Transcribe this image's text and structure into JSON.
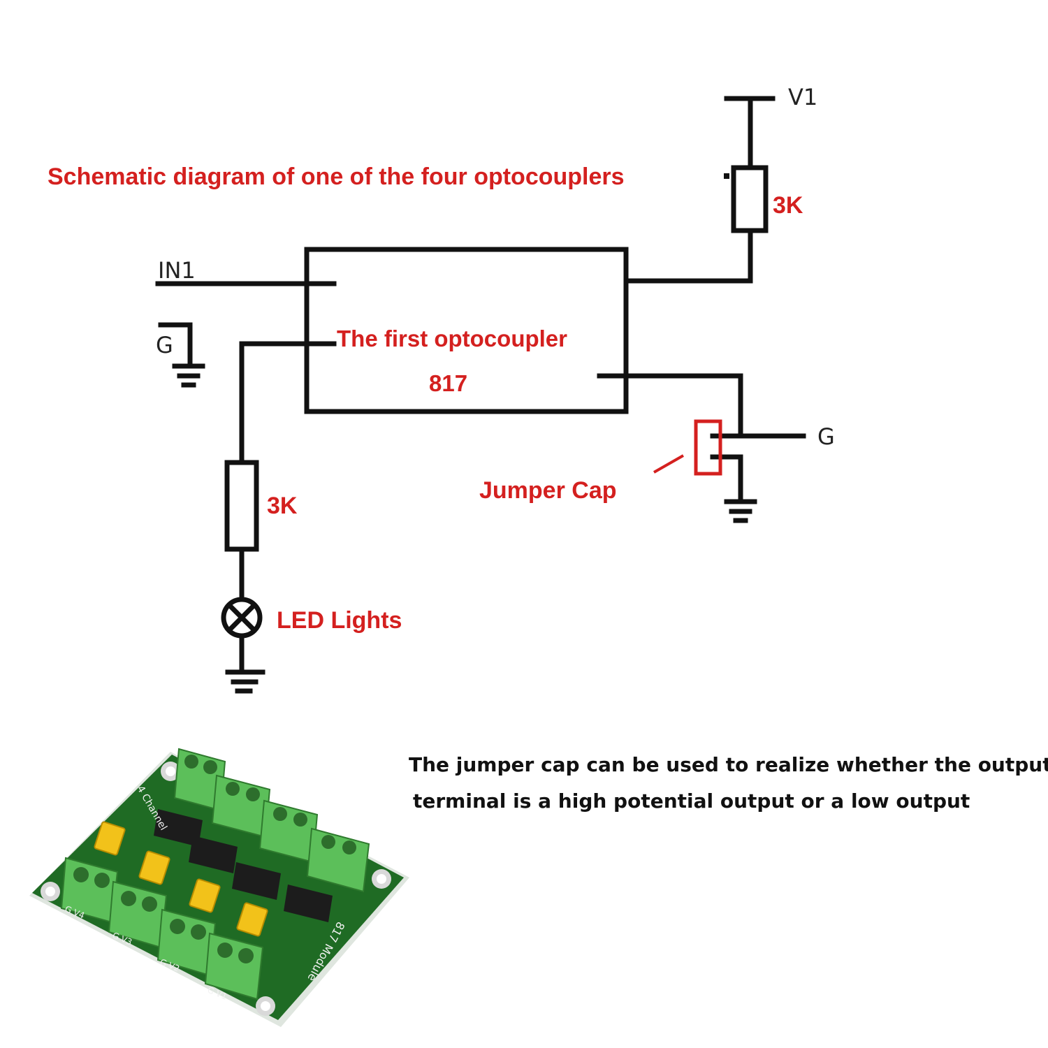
{
  "diagram": {
    "title": "Schematic diagram of one of the four optocouplers",
    "optocoupler": {
      "name": "The first optocoupler",
      "part": "817"
    },
    "labels": {
      "in1": "IN1",
      "g_left": "G",
      "v1": "V1",
      "g_right": "G",
      "resistor_top": "3K",
      "resistor_left": "3K",
      "jumper_cap": "Jumper Cap",
      "led": "LED Lights"
    }
  },
  "caption": {
    "line1": "The jumper cap can be used to realize whether the output",
    "line2": "terminal is a high potential output or a low output"
  },
  "board": {
    "title_text": "817 Module",
    "side_text": "4 Channel",
    "terminals": [
      "G  V1",
      "G  V2",
      "G  V3",
      "G  V4"
    ]
  },
  "colors": {
    "accent": "#d4201f",
    "board_green": "#1f6b24",
    "terminal_green": "#5cbf5a",
    "jumper_yellow": "#f2c21a"
  }
}
